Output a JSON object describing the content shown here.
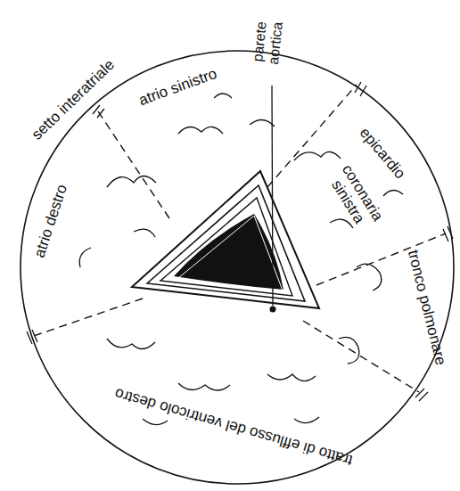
{
  "diagram": {
    "labels": [
      "parete aortica",
      "atrio sinistro",
      "setto interatriale",
      "epicardio",
      "coronaria sinistra",
      "tronco polmonare",
      "atrio destro",
      "tratto di efflusso del ventricolo destro"
    ]
  }
}
